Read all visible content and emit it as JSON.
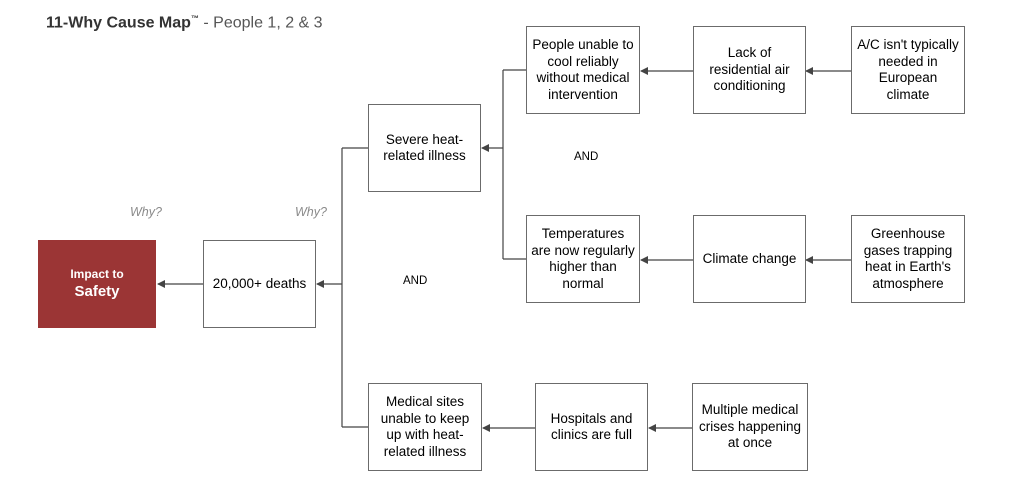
{
  "title": {
    "main": "11-Why Cause Map",
    "trademark": "™",
    "subtitle": " - People 1, 2 & 3"
  },
  "impact": {
    "line1": "Impact to",
    "line2": "Safety"
  },
  "why_labels": [
    "Why?",
    "Why?"
  ],
  "and_labels": [
    "AND",
    "AND"
  ],
  "nodes": {
    "deaths": "20,000+ deaths",
    "severe_illness": "Severe heat-related illness",
    "medical_sites": "Medical sites unable to keep up with heat-related illness",
    "people_unable": "People unable to cool reliably without medical intervention",
    "lack_ac": "Lack of residential air conditioning",
    "ac_not_needed": "A/C isn't typically needed in European climate",
    "temps_higher": "Temperatures are now regularly higher than normal",
    "climate_change": "Climate change",
    "greenhouse": "Greenhouse gases trapping heat in Earth's atmosphere",
    "hospitals_full": "Hospitals and clinics are full",
    "multiple_crises": "Multiple medical crises happening at once"
  },
  "colors": {
    "impact_box": "#9b3535",
    "connector": "#444444",
    "box_border": "#6b6b6b",
    "why_text": "#8a8a8a"
  }
}
